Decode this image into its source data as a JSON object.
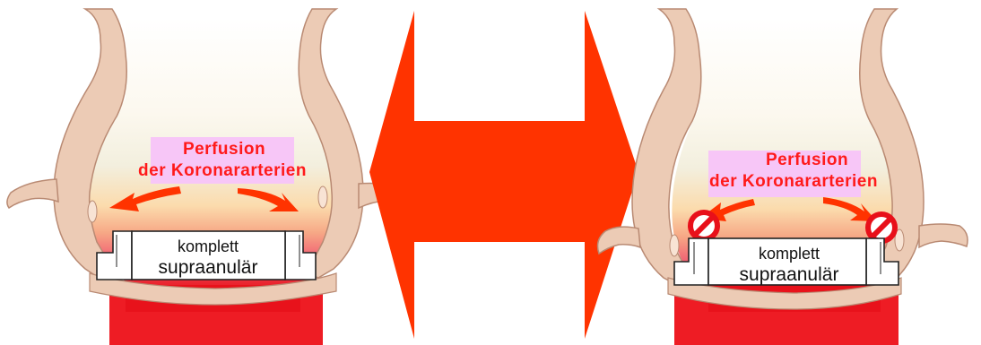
{
  "left_panel": {
    "perfusion_line1": "Perfusion",
    "perfusion_line2": "der Koronararterien",
    "valve_line1": "komplett",
    "valve_line2": "supraanulär"
  },
  "right_panel": {
    "perfusion_line1": "Perfusion",
    "perfusion_line2": "der Koronararterien",
    "valve_line1": "komplett",
    "valve_line2": "supraanulär"
  },
  "colors": {
    "tissue": "#eccbb5",
    "tissue_stroke": "#b98a73",
    "arrow": "#ff3300",
    "text_red": "#ff1a1a",
    "highlight": "#f7c6f7",
    "ventricle": "#e8121b"
  },
  "icons": {
    "blocked": "no-entry-icon",
    "double_arrow": "double-arrow-icon"
  }
}
